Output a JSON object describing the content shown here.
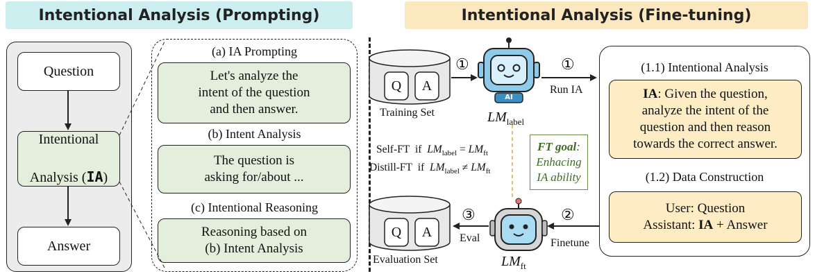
{
  "header_left": "Intentional Analysis (Prompting)",
  "header_right": "Intentional Analysis (Fine-tuning)",
  "left_flow": {
    "question": "Question",
    "ia_line1": "Intentional",
    "ia_line2": "Analysis (",
    "ia_bold": "IA",
    "ia_close": ")",
    "answer": "Answer"
  },
  "prompting": {
    "a_title": "(a) IA Prompting",
    "a_text": "Let's analyze the\nintent of the question\nand then answer.",
    "b_title": "(b) Intent Analysis",
    "b_text": "The question is\nasking for/about ...",
    "c_title": "(c) Intentional Reasoning",
    "c_text": "Reasoning based on\n(b) Intent Analysis"
  },
  "finetune": {
    "training_set": "Training Set",
    "evaluation_set": "Evaluation Set",
    "db_q": "Q",
    "db_a": "A",
    "step1": "①",
    "step2": "②",
    "step3": "③",
    "run_ia": "Run IA",
    "finetune_label": "Finetune",
    "eval_label": "Eval",
    "lm_label": "LM",
    "lm_label_sub": "label",
    "lm_ft": "LM",
    "lm_ft_sub": "ft",
    "self_ft": "Self-FT",
    "distill_ft": "Distill-FT",
    "if_word": "if",
    "eq": "=",
    "neq": "≠",
    "ft_goal_title": "FT goal",
    "ft_goal_colon": ":",
    "ft_goal_line2": "Enhacing",
    "ft_goal_line3": "IA ability",
    "ai_badge": "AI"
  },
  "right_panel": {
    "sec1_title": "(1.1) Intentional Analysis",
    "sec1_bold": "IA",
    "sec1_rest1": ": Given the question,",
    "sec1_line2": "analyze the intent of the",
    "sec1_line3": "question and then reason",
    "sec1_line4": "towards the correct answer.",
    "sec2_title": "(1.2) Data Construction",
    "user_line": "User: Question",
    "assistant_pre": "Assistant: ",
    "assistant_bold": "IA",
    "assistant_post": " + Answer"
  },
  "colors": {
    "header_left_bg": "#cdeeee",
    "header_right_bg": "#fbe8bf",
    "green_box": "#e3eedc",
    "orange_box": "#fdecc4",
    "robot_blue": "#a9dcf2",
    "ft_goal_green": "#3e6b23"
  }
}
